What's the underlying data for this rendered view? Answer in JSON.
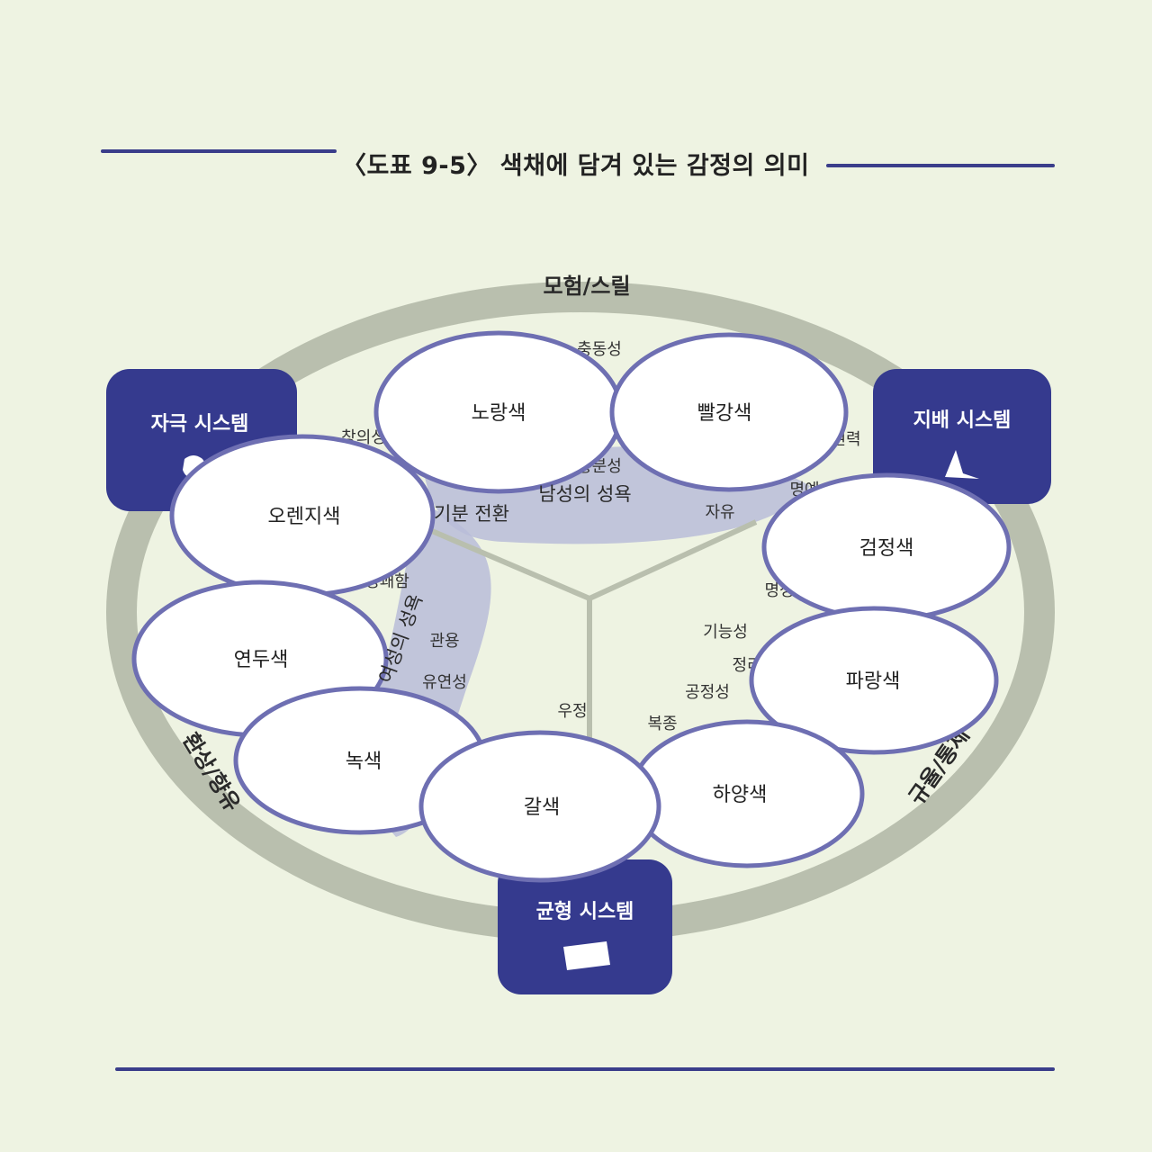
{
  "figure": {
    "title": "〈도표 9-5〉 색채에 담겨 있는 감정의 의미"
  },
  "systems": {
    "stimulus": "자극 시스템",
    "dominance": "지배 시스템",
    "balance": "균형 시스템"
  },
  "ring_labels": {
    "top": "모험/스릴",
    "left": "환상/향유",
    "right": "규율/통제"
  },
  "colors": {
    "yellow": "노랑색",
    "red": "빨강색",
    "orange": "오렌지색",
    "black": "검정색",
    "light_green": "연두색",
    "blue": "파랑색",
    "green": "녹색",
    "brown": "갈색",
    "white": "하양색"
  },
  "band_labels": {
    "male": "남성의 성욕",
    "female": "여성의 성욕"
  },
  "emotions": {
    "impulsiveness": "충동성",
    "excitement": "흥분성",
    "mood_change": "기분 전환",
    "freedom": "자유",
    "generosity": "관용",
    "flexibility": "유연성",
    "friendship": "우정",
    "functionality": "기능성",
    "fairness": "공정성",
    "obedience": "복종",
    "fame": "명예",
    "honor": "명성",
    "creativity": "창의성",
    "cheerfulness": "명쾌함",
    "power": "권력",
    "order": "정리"
  },
  "palette": {
    "navy": "#353a8e",
    "ring": "#b9bfae",
    "ellipse_fill": "#ffffff",
    "ellipse_stroke": "#6e6fb2",
    "band": "#b9bcd8",
    "background": "#eef3e2"
  }
}
